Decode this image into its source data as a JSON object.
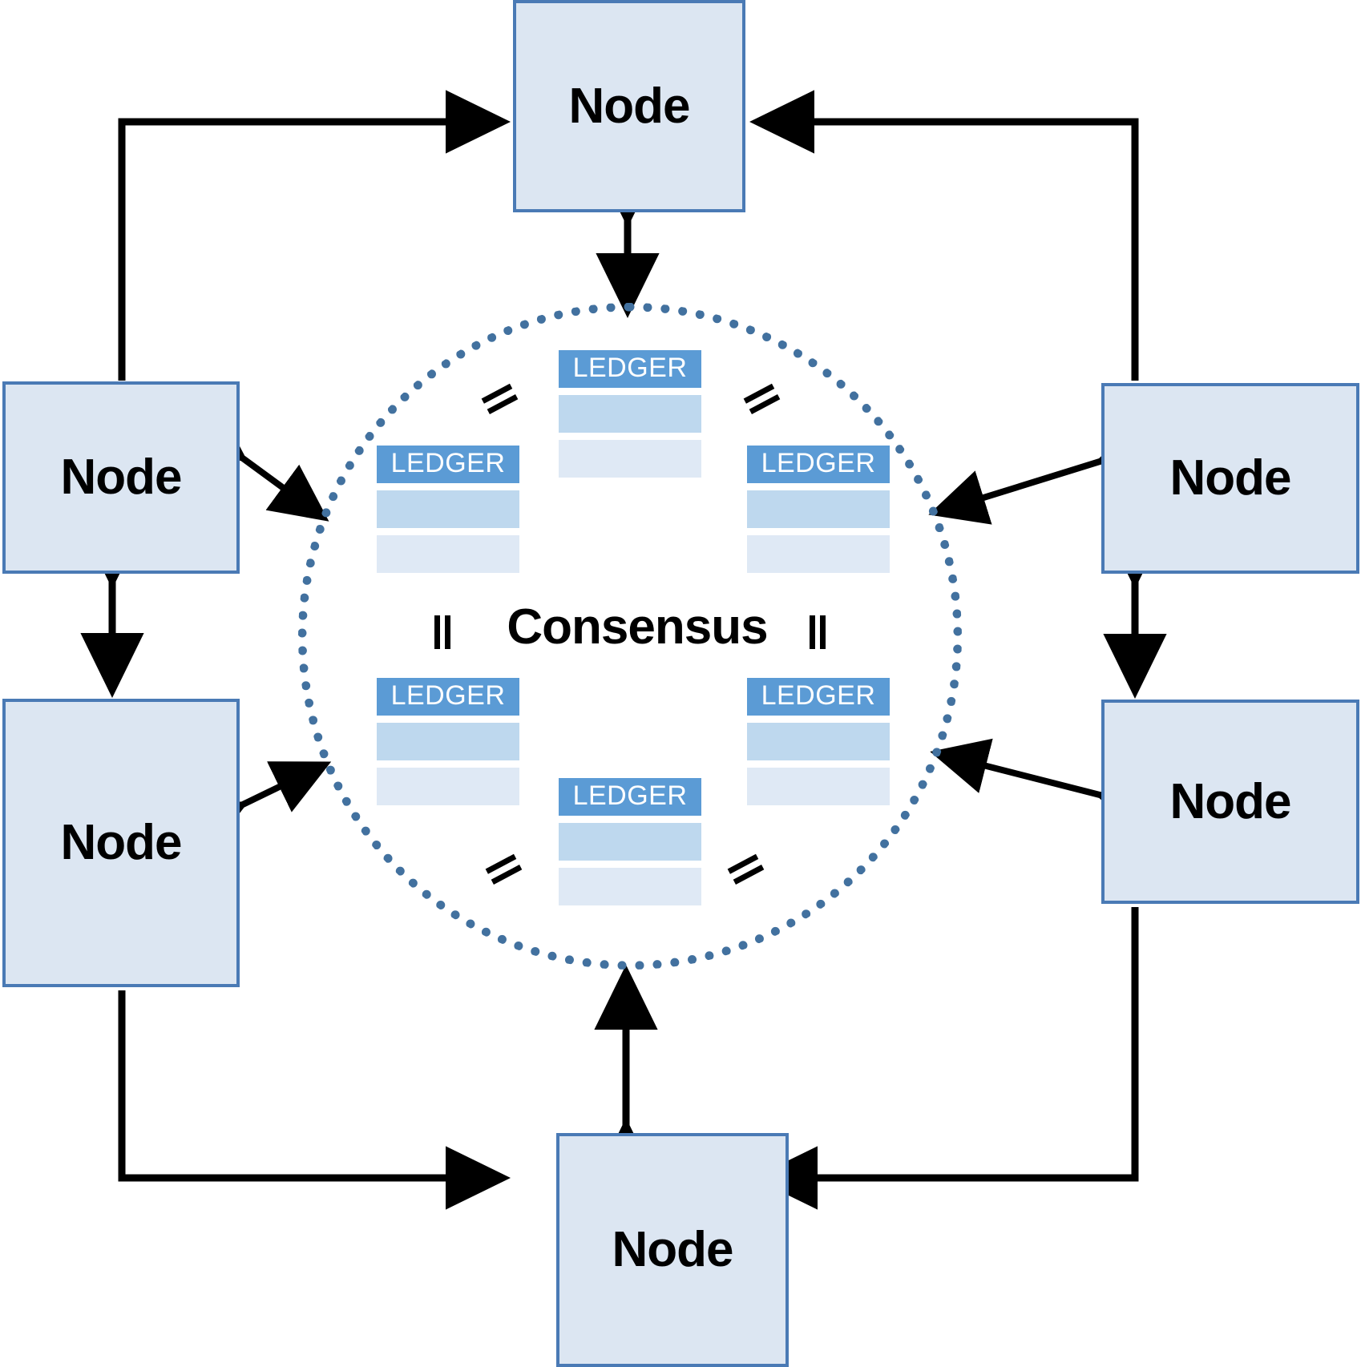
{
  "diagram": {
    "title": "Distributed ledger consensus network",
    "type": "blockchain-network-topology",
    "background_color": "#ffffff",
    "colors": {
      "node_fill": "#dce6f2",
      "node_border": "#4a7ab5",
      "ledger_header": "#5b9bd5",
      "ledger_row_primary": "#bed8ee",
      "ledger_row_secondary": "#dfe9f5",
      "circle_dotted": "#42719f",
      "arrow": "#000000",
      "text": "#000000",
      "ledger_text": "#ffffff"
    },
    "center": {
      "label": "Consensus",
      "boundary_style": "dotted-circle",
      "equals_marks": 6
    },
    "nodes": [
      {
        "id": "node-top",
        "label": "Node",
        "position": "top"
      },
      {
        "id": "node-left-upper",
        "label": "Node",
        "position": "left-upper"
      },
      {
        "id": "node-left-lower",
        "label": "Node",
        "position": "left-lower"
      },
      {
        "id": "node-right-upper",
        "label": "Node",
        "position": "right-upper"
      },
      {
        "id": "node-right-lower",
        "label": "Node",
        "position": "right-lower"
      },
      {
        "id": "node-bottom",
        "label": "Node",
        "position": "bottom"
      }
    ],
    "ledgers": [
      {
        "id": "ledger-top",
        "header": "LEDGER",
        "rows": 2,
        "position": "top-center"
      },
      {
        "id": "ledger-left",
        "header": "LEDGER",
        "rows": 2,
        "position": "upper-left"
      },
      {
        "id": "ledger-right",
        "header": "LEDGER",
        "rows": 2,
        "position": "upper-right"
      },
      {
        "id": "ledger-bl",
        "header": "LEDGER",
        "rows": 2,
        "position": "lower-left"
      },
      {
        "id": "ledger-br",
        "header": "LEDGER",
        "rows": 2,
        "position": "lower-right"
      },
      {
        "id": "ledger-bottom",
        "header": "LEDGER",
        "rows": 2,
        "position": "bottom-center"
      }
    ],
    "connections": [
      {
        "from": "node-left-upper",
        "to": "node-top",
        "style": "single-arrow-orthogonal"
      },
      {
        "from": "node-right-upper",
        "to": "node-top",
        "style": "single-arrow-orthogonal"
      },
      {
        "from": "node-left-lower",
        "to": "node-bottom",
        "style": "single-arrow-orthogonal"
      },
      {
        "from": "node-right-lower",
        "to": "node-bottom",
        "style": "single-arrow-orthogonal"
      },
      {
        "from": "node-left-upper",
        "to": "node-left-lower",
        "style": "double-arrow-vertical"
      },
      {
        "from": "node-right-upper",
        "to": "node-right-lower",
        "style": "double-arrow-vertical"
      },
      {
        "from": "node-top",
        "to": "consensus",
        "style": "double-arrow-vertical"
      },
      {
        "from": "node-bottom",
        "to": "consensus",
        "style": "double-arrow-vertical"
      },
      {
        "from": "node-left-upper",
        "to": "consensus",
        "style": "double-arrow-diagonal"
      },
      {
        "from": "node-left-lower",
        "to": "consensus",
        "style": "double-arrow-diagonal"
      },
      {
        "from": "node-right-upper",
        "to": "consensus",
        "style": "double-arrow-diagonal"
      },
      {
        "from": "node-right-lower",
        "to": "consensus",
        "style": "double-arrow-diagonal"
      }
    ]
  }
}
